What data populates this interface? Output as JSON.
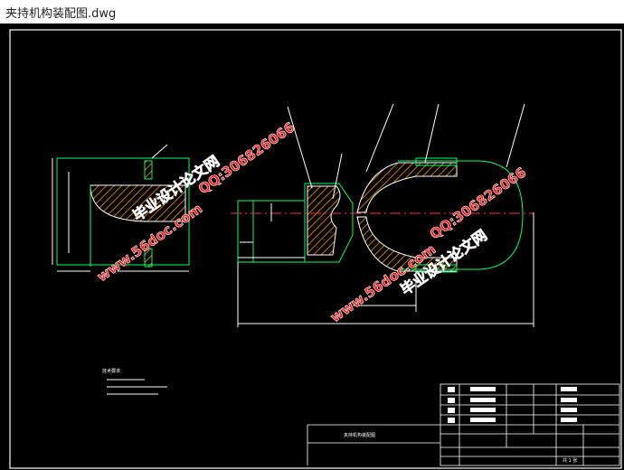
{
  "window": {
    "title": "夹持机构装配图.dwg"
  },
  "colors": {
    "background": "#000000",
    "frame": "#ffffff",
    "outline": "#00ff66",
    "hatch": "#ff9900",
    "centerline": "#ff3333",
    "dimension": "#ffffff",
    "watermark": "#ff1a1a"
  },
  "drawing": {
    "tech_notes_title": "技术要求",
    "title_block_name": "夹持机构装配图",
    "title_block_sheet": "共 1 张"
  },
  "watermarks": [
    {
      "text": "毕业设计论文网"
    },
    {
      "text": "QQ:306826066"
    },
    {
      "text": "www.56doc.com"
    },
    {
      "text": "QQ:306826066"
    },
    {
      "text": "www.56doc.com"
    },
    {
      "text": "毕业设计论文网"
    }
  ]
}
